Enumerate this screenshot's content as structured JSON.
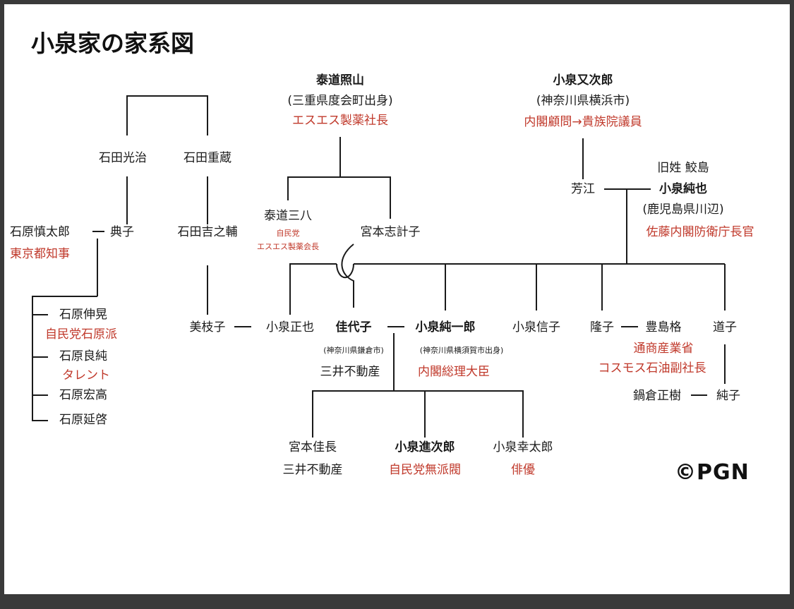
{
  "title": "小泉家の家系図",
  "copyright": "©PGN",
  "people": {
    "ishida_mitsuharu": "石田光治",
    "ishida_shigezo": "石田重蔵",
    "ishihara_shintaro": {
      "name": "石原慎太郎",
      "role": "東京都知事"
    },
    "noriko": "典子",
    "ishida_kichinosuke": "石田吉之輔",
    "ishihara_nobuteru": {
      "name": "石原伸晃",
      "role": "自民党石原派"
    },
    "ishihara_yoshizumi": {
      "name": "石原良純",
      "role": "タレント"
    },
    "ishihara_hirotaka": "石原宏高",
    "ishihara_nobuhiro": "石原延啓",
    "taido_shozan": {
      "name": "泰道照山",
      "origin": "(三重県度会町出身)",
      "role": "エスエス製薬社長"
    },
    "taido_sanpachi": {
      "name": "泰道三八",
      "role1": "自民党",
      "role2": "エスエス製薬会長"
    },
    "miyamoto_shikeko": "宮本志計子",
    "koizumi_matajiro": {
      "name": "小泉又次郎",
      "origin": "(神奈川県横浜市)",
      "role": "内閣顧問→貴族院議員"
    },
    "yoshie": "芳江",
    "koizumi_junya": {
      "former": "旧姓 鮫島",
      "name": "小泉純也",
      "origin": "(鹿児島県川辺)",
      "role": "佐藤内閣防衛庁長官"
    },
    "mieko": "美枝子",
    "koizumi_masaya": "小泉正也",
    "kayoko": {
      "name": "佳代子",
      "origin": "(神奈川県鎌倉市)",
      "role": "三井不動産"
    },
    "koizumi_junichiro": {
      "name": "小泉純一郎",
      "origin": "(神奈川県横須賀市出身)",
      "role": "内閣総理大臣"
    },
    "koizumi_nobuko": "小泉信子",
    "takako": "隆子",
    "toshima_itaru": {
      "name": "豊島格",
      "role1": "通商産業省",
      "role2": "コスモス石油副社長"
    },
    "michiko": "道子",
    "nabekura_masaki": "鍋倉正樹",
    "junko": "純子",
    "miyamoto_yoshinaga": {
      "name": "宮本佳長",
      "role": "三井不動産"
    },
    "koizumi_shinjiro": {
      "name": "小泉進次郎",
      "role": "自民党無派閥"
    },
    "koizumi_kotaro": {
      "name": "小泉幸太郎",
      "role": "俳優"
    }
  },
  "colors": {
    "text": "#1a1a1a",
    "accent": "#c0392b",
    "line": "#1a1a1a"
  }
}
